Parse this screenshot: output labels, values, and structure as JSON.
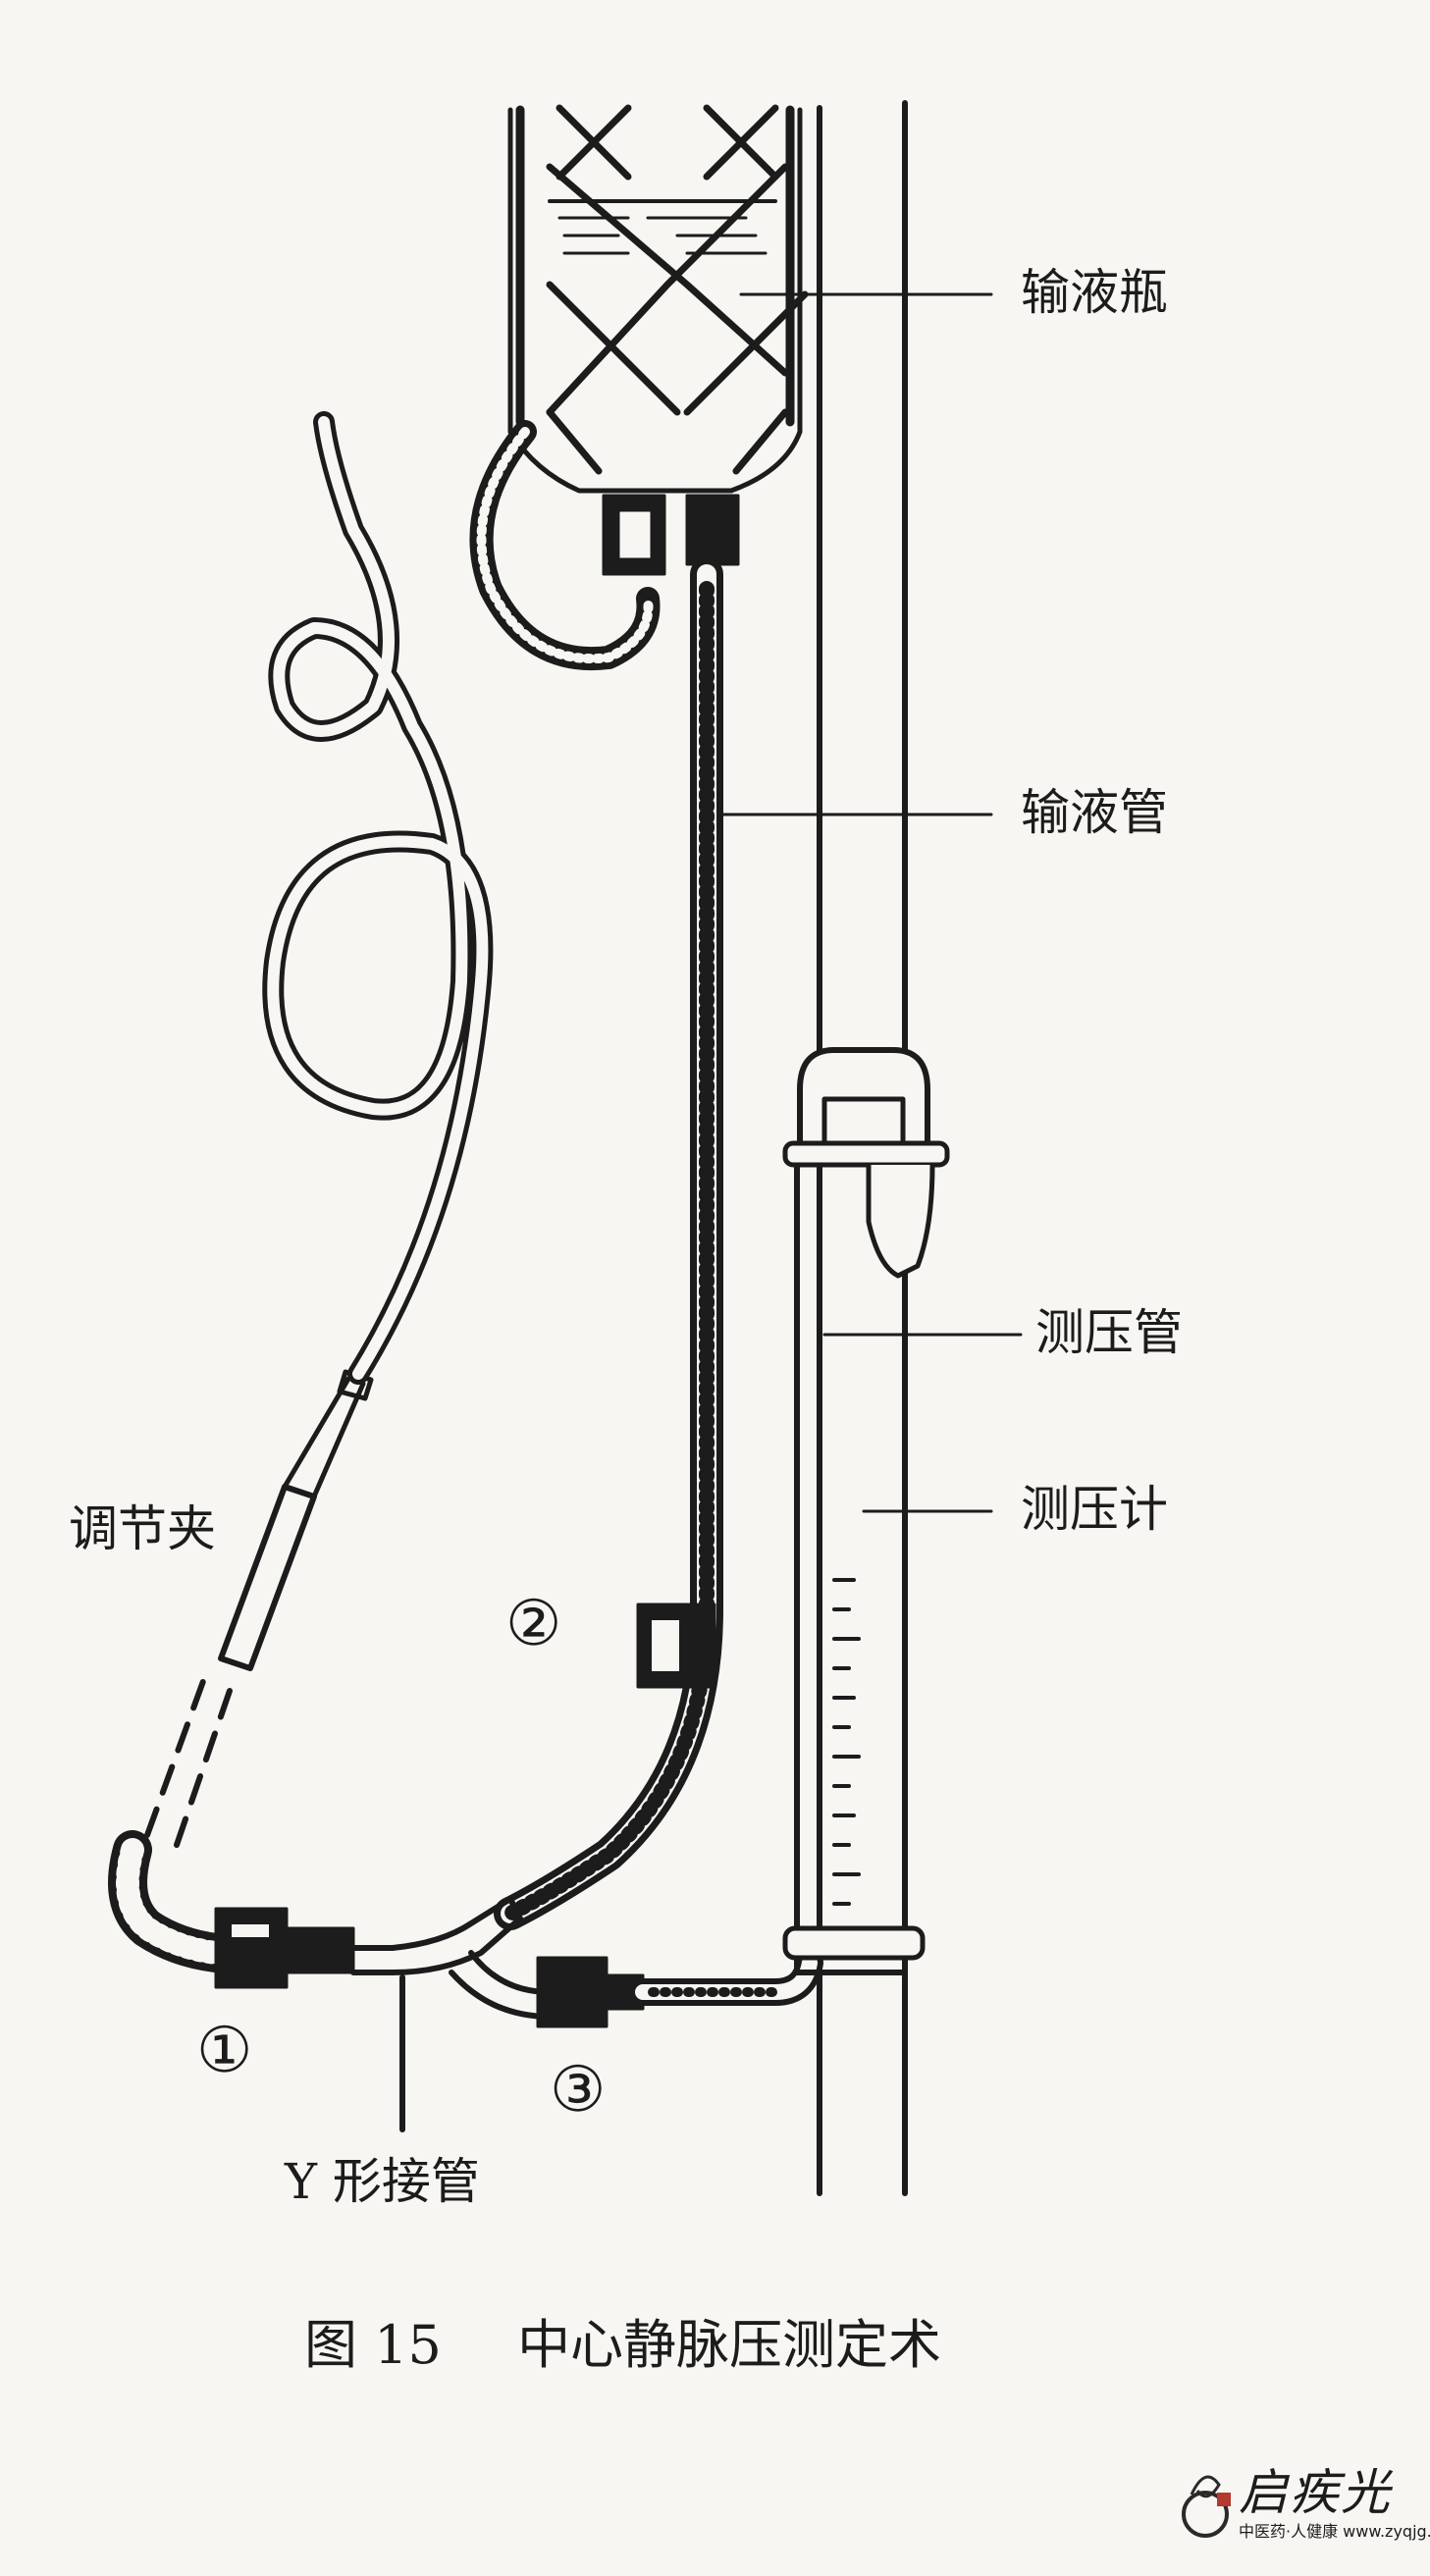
{
  "labels": {
    "infusion_bottle": "输液瓶",
    "infusion_tube": "输液管",
    "pressure_tube": "测压管",
    "manometer": "测压计",
    "clamp": "调节夹",
    "y_connector": "Y 形接管"
  },
  "markers": {
    "m1": "①",
    "m2": "②",
    "m3": "③"
  },
  "caption": {
    "figure_number": "图 15",
    "title": "中心静脉压测定术"
  },
  "watermark": {
    "text": "启疾光",
    "subtext": "中医药·人健康 www.zyqjg.com"
  },
  "colors": {
    "ink": "#1c1c1c",
    "paper": "#f7f6f3"
  }
}
